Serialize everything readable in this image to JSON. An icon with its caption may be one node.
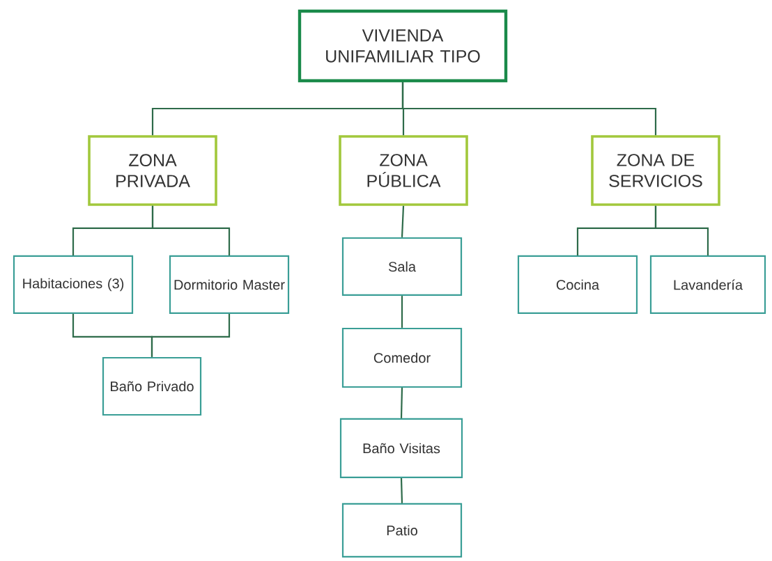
{
  "diagram": {
    "nodes": [
      {
        "text": [
          "VIVIENDA UNIFAMILIAR TIPO"
        ]
      },
      {
        "text": [
          "ZONA PRIVADA"
        ]
      },
      {
        "text": [
          "ZONA PÚBLICA"
        ]
      },
      {
        "text": [
          "ZONA DE SERVICIOS"
        ]
      },
      {
        "text": [
          "Habitaciones (3)"
        ]
      },
      {
        "text": [
          "Dormitorio Master"
        ]
      },
      {
        "text": [
          "Baño Privado"
        ]
      },
      {
        "text": [
          "Sala"
        ]
      },
      {
        "text": [
          "Comedor"
        ]
      },
      {
        "text": [
          "Baño Visitas"
        ]
      },
      {
        "text": [
          "Patio"
        ]
      },
      {
        "text": [
          "Cocina"
        ]
      },
      {
        "text": [
          "Lavandería"
        ]
      }
    ],
    "edges": [
      {
        "from": 0,
        "to": 1,
        "arrow": "none"
      },
      {
        "from": 0,
        "to": 2,
        "arrow": "none"
      },
      {
        "from": 0,
        "to": 3,
        "arrow": "none"
      },
      {
        "from": 1,
        "to": 4,
        "arrow": "none"
      },
      {
        "from": 1,
        "to": 5,
        "arrow": "none"
      },
      {
        "from": 4,
        "to": 6,
        "arrow": "none"
      },
      {
        "from": 5,
        "to": 6,
        "arrow": "none"
      },
      {
        "from": 2,
        "to": 7,
        "arrow": "none"
      },
      {
        "from": 7,
        "to": 8,
        "arrow": "none"
      },
      {
        "from": 8,
        "to": 9,
        "arrow": "none"
      },
      {
        "from": 9,
        "to": 10,
        "arrow": "none"
      },
      {
        "from": 3,
        "to": 11,
        "arrow": "none"
      },
      {
        "from": 3,
        "to": 12,
        "arrow": "none"
      }
    ]
  }
}
